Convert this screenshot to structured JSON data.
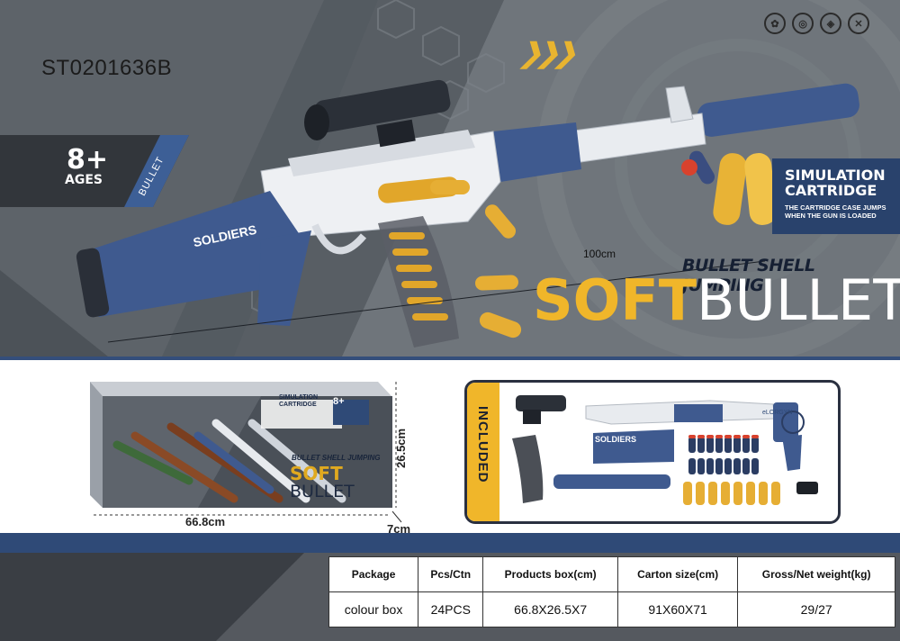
{
  "product": {
    "model_code": "ST0201636B",
    "age_number": "8+",
    "age_word": "AGES",
    "age_tag": "BULLET",
    "length_label": "100cm",
    "headline_top": "BULLET SHELL JUMPING",
    "headline_soft": "SOFT",
    "headline_bullet": "BULLET",
    "gun_stock_text": "SOLDIERS",
    "cert_icons": [
      "toy-safety-icon",
      "recycle-icon",
      "ce-icon",
      "warning-icon"
    ]
  },
  "simulation": {
    "title_line1": "SIMULATION",
    "title_line2": "CARTRIDGE",
    "sub_line1": "THE CARTRIDGE CASE JUMPS",
    "sub_line2": "WHEN THE GUN IS LOADED"
  },
  "box": {
    "width_label": "66.8cm",
    "height_label": "26.5cm",
    "depth_label": "7cm",
    "sim_line1": "SIMULATION",
    "sim_line2": "CARTRIDGE",
    "age": "8+",
    "shell_text": "BULLET SHELL JUMPING",
    "soft": "SOFT",
    "bullet": "BULLET"
  },
  "included": {
    "label": "INCLUDED",
    "stock_text": "SOLDIERS",
    "barrel_text": "eLORGYN"
  },
  "specs": {
    "headers": [
      "Package",
      "Pcs/Ctn",
      "Products box(cm)",
      "Carton size(cm)",
      "Gross/Net weight(kg)"
    ],
    "row": [
      "colour box",
      "24PCS",
      "66.8X26.5X7",
      "91X60X71",
      "29/27"
    ]
  },
  "colors": {
    "accent_gold": "#f0b62a",
    "navy": "#2f4a77",
    "steel_blue": "#4b6594",
    "bg_gray": "#6b7177"
  }
}
